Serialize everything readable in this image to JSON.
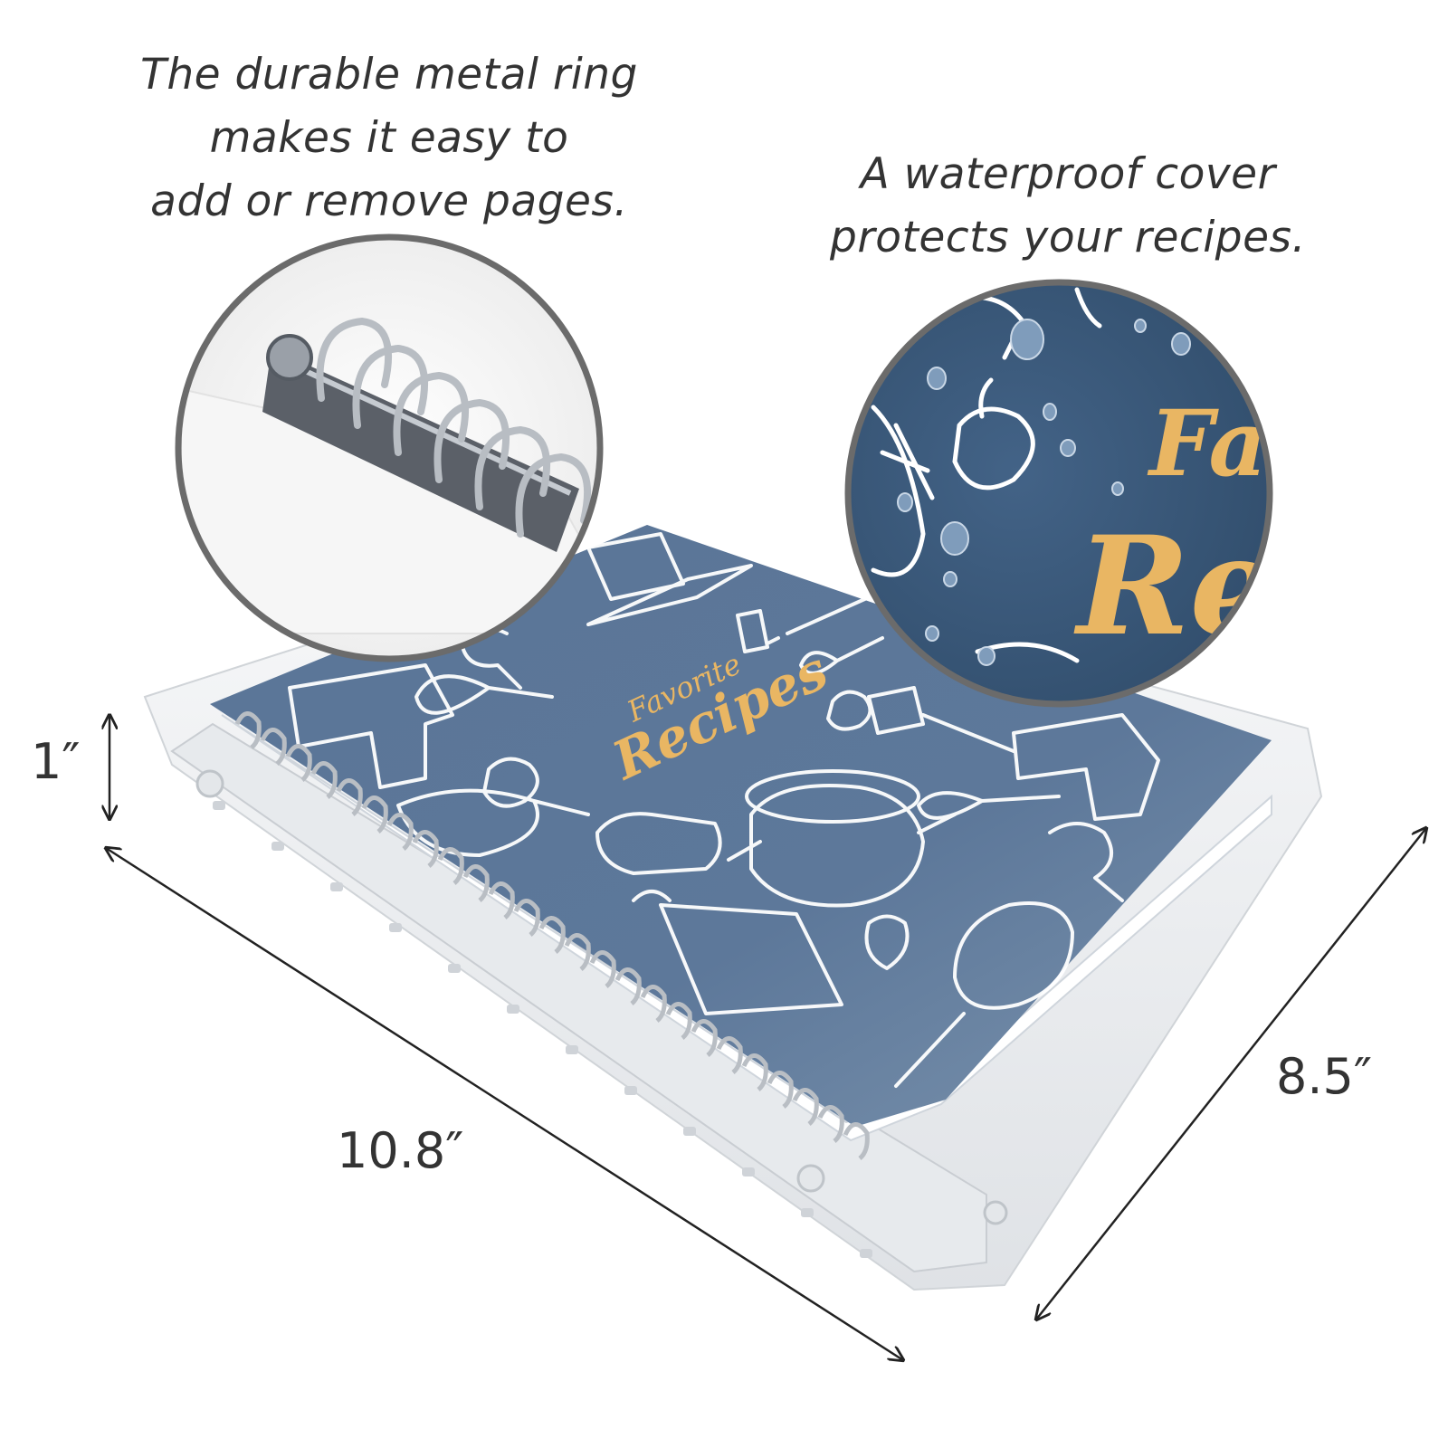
{
  "captions": {
    "ring": [
      "The durable metal ring",
      "makes it easy to",
      "add or remove pages."
    ],
    "cover": [
      "A waterproof cover",
      "protects your recipes."
    ]
  },
  "dimensions": {
    "height": "1″",
    "length": "10.8″",
    "width": "8.5″"
  },
  "book": {
    "title_small": "Favorite",
    "title_large": "Recipes",
    "zoom_title_top": "Fa",
    "zoom_title_bottom": "Re"
  },
  "colors": {
    "cover_blue": "#4e6a8c",
    "cover_blue_dark": "#3f5a7c",
    "title_gold": "#e9b663",
    "binder_white": "#eef0f2",
    "ring_silver": "#b9bec4"
  }
}
